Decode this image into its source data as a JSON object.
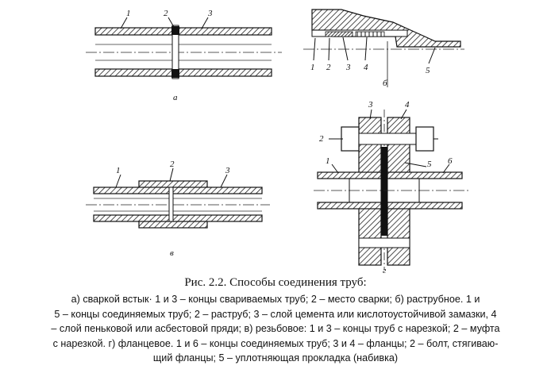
{
  "figure": {
    "panels": {
      "a": {
        "letter": "a",
        "labels": [
          "1",
          "2",
          "3"
        ]
      },
      "b": {
        "letter": "б",
        "labels": [
          "1",
          "2",
          "3",
          "4",
          "5"
        ]
      },
      "c": {
        "letter": "в",
        "labels": [
          "1",
          "2",
          "3"
        ]
      },
      "d": {
        "letter": "г",
        "labels": [
          "3",
          "4",
          "2",
          "5",
          "1",
          "6"
        ]
      }
    }
  },
  "caption": {
    "title": "Рис. 2.2. Способы соединения труб:",
    "lines": [
      "а) сваркой встык· 1 и 3 – концы свариваемых труб; 2 – место сварки; б) раструбное. 1 и",
      "5 – концы соединяемых труб; 2 – раструб; 3 – слой цемента или кислотоустойчивой замазки, 4",
      "– слой пеньковой или асбестовой пряди; в) резьбовое: 1 и 3 – концы труб с нарезкой; 2 – муфта",
      "с нарезкой. г) фланцевое. 1 и 6 – концы соединяемых труб; 3 и 4 – фланцы; 2 – болт, стягиваю-",
      "щий фланцы; 5 – уплотняющая прокладка (набивка)"
    ]
  }
}
